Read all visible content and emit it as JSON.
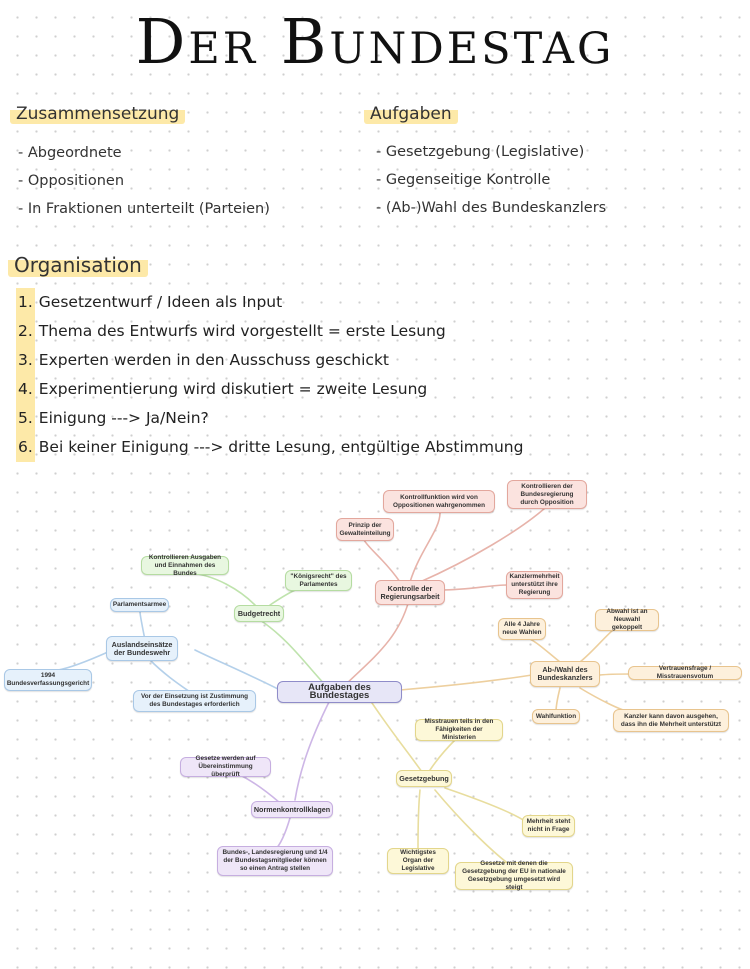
{
  "title": "Der Bundestag",
  "zusammensetzung": {
    "heading": "Zusammensetzung",
    "items": [
      "- Abgeordnete",
      "- Oppositionen",
      "- In Fraktionen unterteilt (Parteien)"
    ]
  },
  "aufgaben": {
    "heading": "Aufgaben",
    "items": [
      "- Gesetzgebung (Legislative)",
      "- Gegenseitige Kontrolle",
      "- (Ab-)Wahl des Bundeskanzlers"
    ]
  },
  "organisation": {
    "heading": "Organisation",
    "steps": [
      {
        "num": "1.",
        "text": "Gesetzentwurf / Ideen als Input"
      },
      {
        "num": "2.",
        "text": "Thema des Entwurfs wird vorgestellt = erste Lesung"
      },
      {
        "num": "3.",
        "text": "Experten werden in den Ausschuss geschickt"
      },
      {
        "num": "4.",
        "text": "Experimentierung wird diskutiert = zweite Lesung"
      },
      {
        "num": "5.",
        "text": "Einigung ---> Ja/Nein?"
      },
      {
        "num": "6.",
        "text": "Bei keiner Einigung ---> dritte Lesung, entgültige Abstimmung"
      }
    ]
  },
  "mindmap": {
    "center": "Aufgaben des Bundestages",
    "kontrolle": {
      "main": "Kontrolle der Regierungsarbeit",
      "children": [
        "Kontrollfunktion wird von Oppositionen wahrgenommen",
        "Kontrollieren der Bundesregierung durch Opposition",
        "Prinzip der Gewalteinteilung",
        "Kanzlermehrheit unterstützt ihre Regierung"
      ]
    },
    "budget": {
      "main": "Budgetrecht",
      "children": [
        "Kontrollieren Ausgaben und Einnahmen des Bundes",
        "\"Königsrecht\" des Parlamentes"
      ]
    },
    "ausland": {
      "main": "Auslandseinsätze der Bundeswehr",
      "children": [
        "Parlamentsarmee",
        "1994 Bundesverfassungsgericht",
        "Vor der Einsetzung ist Zustimmung des Bundestages erforderlich"
      ]
    },
    "wahl": {
      "main": "Ab-/Wahl des Bundeskanzlers",
      "children": [
        "Alle 4 Jahre neue Wahlen",
        "Abwahl ist an Neuwahl gekoppelt",
        "Vertrauensfrage / Misstrauensvotum",
        "Wahlfunktion",
        "Kanzler kann davon ausgehen, dass ihn die Mehrheit unterstützt"
      ]
    },
    "normen": {
      "main": "Normenkontrollklagen",
      "children": [
        "Gesetze werden auf Übereinstimmung überprüft",
        "Bundes-, Landesregierung und 1/4 der Bundestagsmitglieder können so einen Antrag stellen"
      ]
    },
    "gesetz": {
      "main": "Gesetzgebung",
      "children": [
        "Misstrauen teils in den Fähigkeiten der Ministerien",
        "Mehrheit steht nicht in Frage",
        "Wichtigstes Organ der Legislative",
        "Gesetze mit denen die Gesetzgebung der EU in nationale Gesetzgebung umgesetzt wird steigt"
      ]
    }
  }
}
